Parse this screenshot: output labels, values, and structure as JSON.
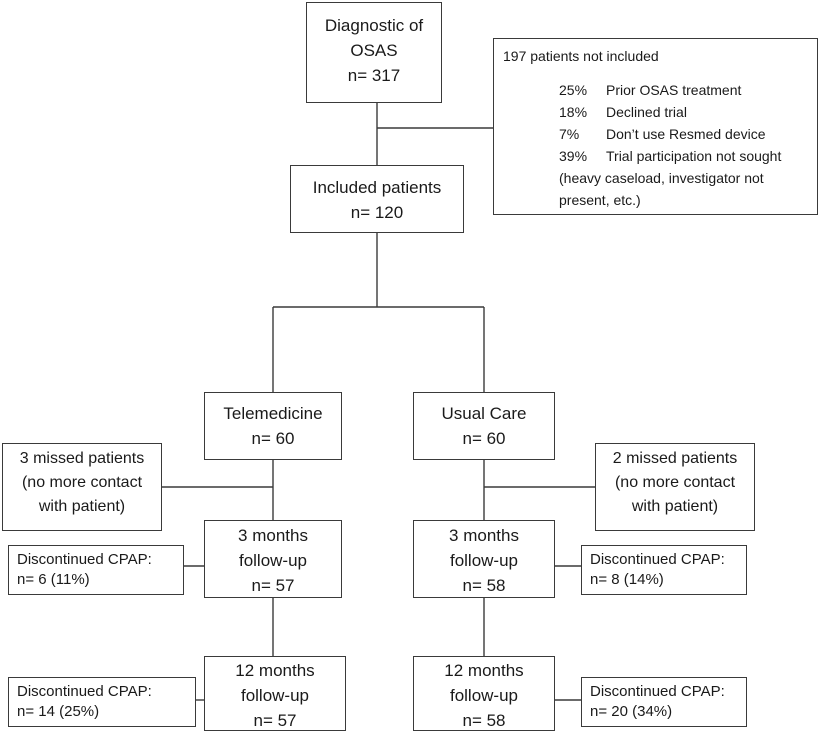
{
  "diagnostic": {
    "line1": "Diagnostic of",
    "line2": "OSAS",
    "line3": "n= 317"
  },
  "excluded": {
    "title": "197 patients not included",
    "reasons": [
      {
        "pct": "25%",
        "label": "Prior OSAS treatment"
      },
      {
        "pct": "18%",
        "label": "Declined trial"
      },
      {
        "pct": "7%",
        "label": "Don’t use Resmed device"
      },
      {
        "pct": "39%",
        "label": "Trial participation not sought"
      }
    ],
    "note": "(heavy caseload, investigator not present, etc.)"
  },
  "included": {
    "line1": "Included patients",
    "line2": "n= 120"
  },
  "telemedicine": {
    "arm": {
      "line1": "Telemedicine",
      "line2": "n= 60"
    },
    "missed": {
      "line1": "3 missed patients",
      "line2": "(no more contact",
      "line3": "with patient)"
    },
    "fu3": {
      "line1": "3 months",
      "line2": "follow-up",
      "line3": "n= 57"
    },
    "disc3": {
      "line1": "Discontinued CPAP:",
      "line2": "n= 6 (11%)"
    },
    "fu12": {
      "line1": "12 months",
      "line2": "follow-up",
      "line3": "n= 57"
    },
    "disc12": {
      "line1": "Discontinued CPAP:",
      "line2": "n= 14 (25%)"
    }
  },
  "usual_care": {
    "arm": {
      "line1": "Usual Care",
      "line2": "n= 60"
    },
    "missed": {
      "line1": "2 missed patients",
      "line2": "(no more contact",
      "line3": "with patient)"
    },
    "fu3": {
      "line1": "3 months",
      "line2": "follow-up",
      "line3": "n= 58"
    },
    "disc3": {
      "line1": "Discontinued CPAP:",
      "line2": "n= 8 (14%)"
    },
    "fu12": {
      "line1": "12 months",
      "line2": "follow-up",
      "line3": "n= 58"
    },
    "disc12": {
      "line1": "Discontinued CPAP:",
      "line2": "n= 20 (34%)"
    }
  }
}
